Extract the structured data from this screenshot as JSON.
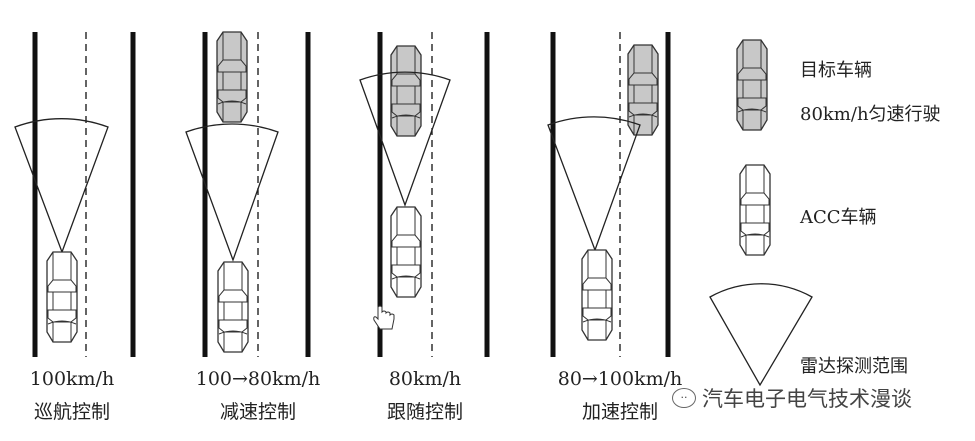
{
  "scenarios": [
    {
      "speed": "100km/h",
      "mode": "巡航控制"
    },
    {
      "speed": "100→80km/h",
      "mode": "减速控制"
    },
    {
      "speed": "80km/h",
      "mode": "跟随控制"
    },
    {
      "speed": "80→100km/h",
      "mode": "加速控制"
    }
  ],
  "legend": {
    "target_vehicle": "目标车辆",
    "target_speed": "80km/h匀速行驶",
    "acc_vehicle": "ACC车辆",
    "radar_range": "雷达探测范围"
  },
  "watermark": "汽车电子电气技术漫谈",
  "colors": {
    "target_fill": "#c8c8c8",
    "acc_fill": "#ffffff",
    "line": "#1a1a1a"
  }
}
